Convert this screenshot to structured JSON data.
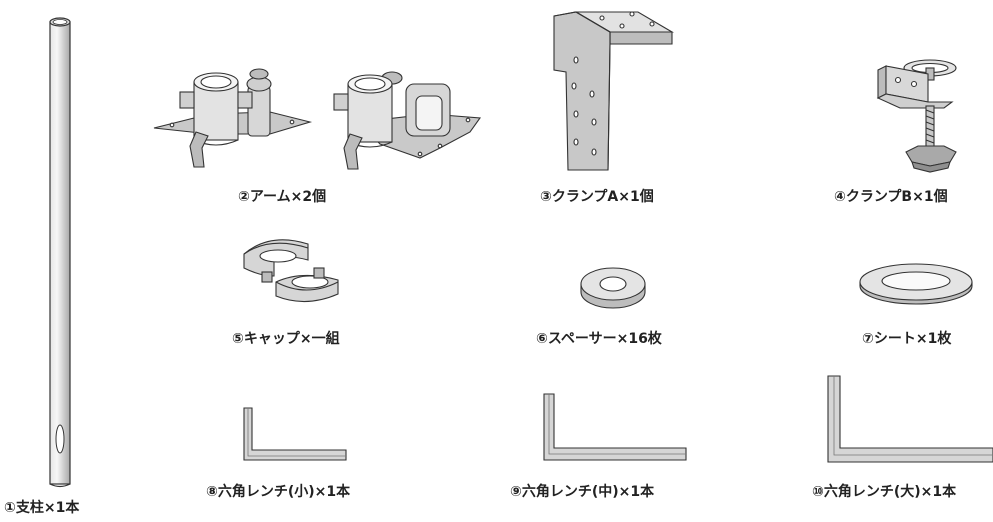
{
  "colors": {
    "metal_light": "#eeeeee",
    "metal_mid": "#cfcfcf",
    "metal_dark": "#9a9a9a",
    "outline": "#333333",
    "text": "#222222"
  },
  "parts": {
    "pole": {
      "label": "①支柱×1本",
      "icon": "pole-icon"
    },
    "arm": {
      "label": "②アーム×2個",
      "icon": "arm-icon"
    },
    "clamp_a": {
      "label": "③クランプA×1個",
      "icon": "clamp-a-icon"
    },
    "clamp_b": {
      "label": "④クランプB×1個",
      "icon": "clamp-b-icon"
    },
    "cap": {
      "label": "⑤キャップ×一組",
      "icon": "cap-icon"
    },
    "spacer": {
      "label": "⑥スペーサー×16枚",
      "icon": "spacer-icon"
    },
    "sheet": {
      "label": "⑦シート×1枚",
      "icon": "sheet-icon"
    },
    "wrench_small": {
      "label": "⑧六角レンチ(小)×1本",
      "icon": "hex-wrench-small-icon"
    },
    "wrench_mid": {
      "label": "⑨六角レンチ(中)×1本",
      "icon": "hex-wrench-medium-icon"
    },
    "wrench_large": {
      "label": "⑩六角レンチ(大)×1本",
      "icon": "hex-wrench-large-icon"
    }
  }
}
